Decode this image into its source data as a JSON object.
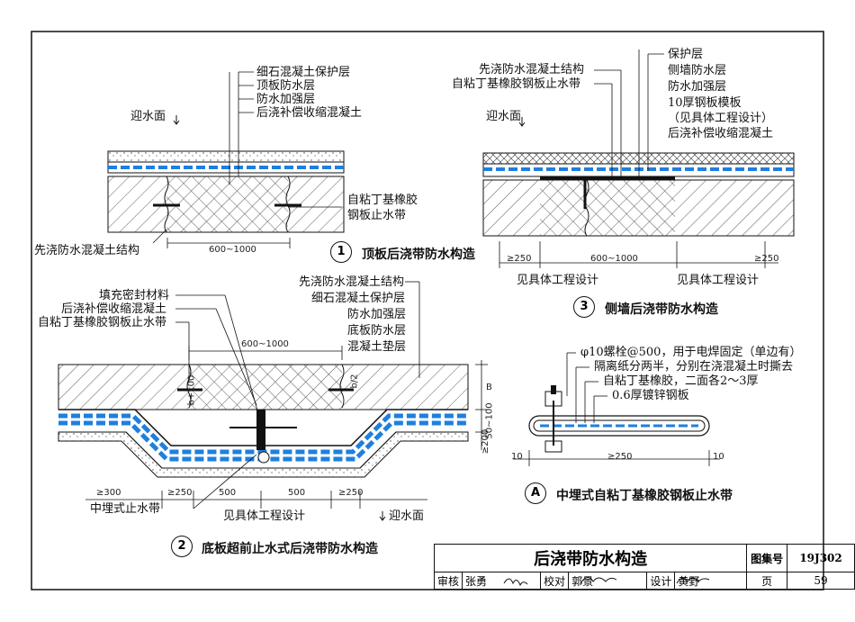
{
  "d1": {
    "labels": [
      "细石混凝土保护层",
      "顶板防水层",
      "防水加强层",
      "后浇补偿收缩混凝土"
    ],
    "water": "迎水面",
    "right": [
      "自粘丁基橡胶",
      "钢板止水带"
    ],
    "left": "先浇防水混凝土结构",
    "dim": "600~1000",
    "num": "1",
    "caption": "顶板后浇带防水构造"
  },
  "d3": {
    "leftLabels": [
      "先浇防水混凝土结构",
      "自粘丁基橡胶钢板止水带"
    ],
    "rightLabels": [
      "保护层",
      "侧墙防水层",
      "防水加强层",
      "10厚钢板模板",
      "（见具体工程设计）",
      "后浇补偿收缩混凝土"
    ],
    "water": "迎水面",
    "dims": [
      "≥250",
      "600~1000",
      "≥250"
    ],
    "note1": "见具体工程设计",
    "note2": "见具体工程设计",
    "num": "3",
    "caption": "侧墙后浇带防水构造"
  },
  "d2": {
    "leftLabels": [
      "填充密封材料",
      "后浇补偿收缩混凝土",
      "自粘丁基橡胶钢板止水带"
    ],
    "rightLabels": [
      "先浇防水混凝土结构",
      "细石混凝土保护层",
      "防水加强层",
      "底板防水层",
      "混凝土垫层"
    ],
    "dimTop": "600~1000",
    "dimLeft": "b+100",
    "dimMid": "b/2",
    "dimB": "B",
    "dimR1": "50~100",
    "dimR2": "≥200",
    "dimsBottom": [
      "≥300",
      "≥250",
      "500",
      "500",
      "≥250"
    ],
    "stopLabel": "中埋式止水带",
    "note": "见具体工程设计",
    "water": "迎水面",
    "num": "2",
    "caption": "底板超前止水式后浇带防水构造"
  },
  "dA": {
    "labels": [
      "φ10螺栓@500，用于电焊固定（单边有）",
      "隔离纸分两半，分别在浇混凝土时撕去",
      "自粘丁基橡胶，二面各2～3厚",
      "0.6厚镀锌钢板"
    ],
    "dims": [
      "10",
      "≥250",
      "10"
    ],
    "num": "A",
    "caption": "中埋式自粘丁基橡胶钢板止水带"
  },
  "titleBlock": {
    "title": "后浇带防水构造",
    "atlasLabel": "图集号",
    "atlasNo": "19J302",
    "row": [
      "审核",
      "张勇",
      "校对",
      "郭景",
      "设计",
      "黄野",
      "页",
      "59"
    ],
    "signatures": [
      "张勇",
      "郭景",
      "黄野"
    ]
  },
  "colors": {
    "membrane": "#1e7fe0",
    "ink": "#111111"
  }
}
